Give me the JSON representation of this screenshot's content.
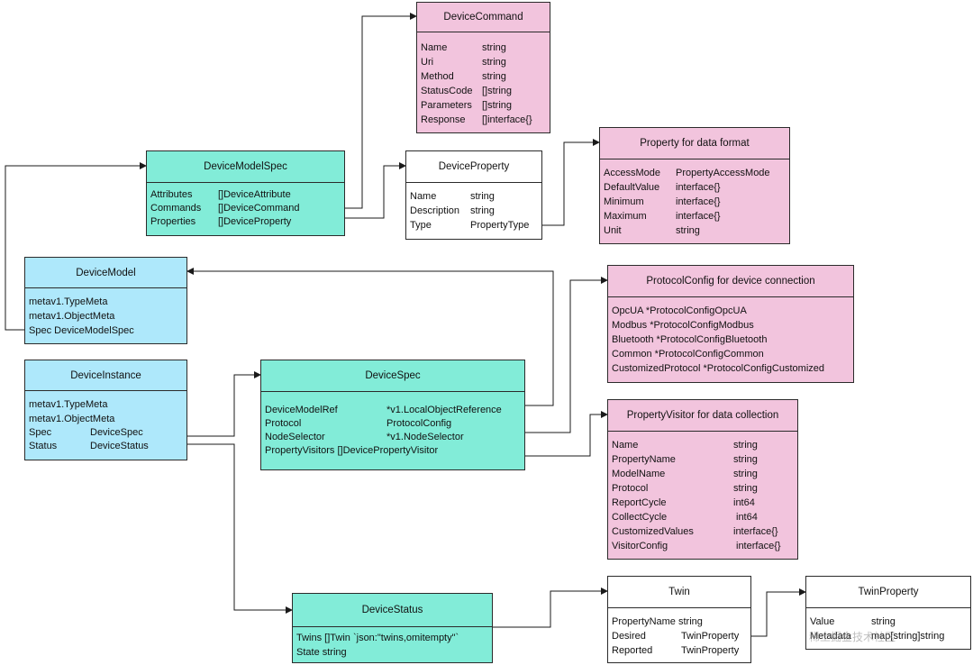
{
  "boxes": {
    "device_command": {
      "title": "DeviceCommand",
      "rows": [
        {
          "name": "Name",
          "type": "string"
        },
        {
          "name": "Uri",
          "type": "string"
        },
        {
          "name": "Method",
          "type": "string"
        },
        {
          "name": "StatusCode",
          "type": "[]string"
        },
        {
          "name": "Parameters",
          "type": "[]string"
        },
        {
          "name": "Response",
          "type": "[]interface{}"
        }
      ]
    },
    "device_model_spec": {
      "title": "DeviceModelSpec",
      "rows": [
        {
          "name": "Attributes",
          "type": "[]DeviceAttribute"
        },
        {
          "name": "Commands",
          "type": "[]DeviceCommand"
        },
        {
          "name": "Properties",
          "type": "[]DeviceProperty"
        }
      ]
    },
    "device_property": {
      "title": "DeviceProperty",
      "rows": [
        {
          "name": "Name",
          "type": "string"
        },
        {
          "name": "Description",
          "type": "string"
        },
        {
          "name": "Type",
          "type": "PropertyType"
        }
      ]
    },
    "property_format": {
      "title": "Property for data format",
      "rows": [
        {
          "name": "AccessMode",
          "type": "PropertyAccessMode"
        },
        {
          "name": "DefaultValue",
          "type": "interface{}"
        },
        {
          "name": "Minimum",
          "type": "interface{}"
        },
        {
          "name": "Maximum",
          "type": "interface{}"
        },
        {
          "name": "Unit",
          "type": "string"
        }
      ]
    },
    "device_model": {
      "title": "DeviceModel",
      "rows": [
        "metav1.TypeMeta",
        "metav1.ObjectMeta",
        "Spec DeviceModelSpec"
      ]
    },
    "protocol_config": {
      "title": "ProtocolConfig for device connection",
      "rows": [
        "OpcUA *ProtocolConfigOpcUA",
        "Modbus *ProtocolConfigModbus",
        "Bluetooth *ProtocolConfigBluetooth",
        "Common *ProtocolConfigCommon",
        "CustomizedProtocol *ProtocolConfigCustomized"
      ]
    },
    "device_instance": {
      "title": "DeviceInstance",
      "lines": [
        "metav1.TypeMeta",
        "metav1.ObjectMeta"
      ],
      "rows": [
        {
          "name": "Spec",
          "type": "DeviceSpec"
        },
        {
          "name": "Status",
          "type": "DeviceStatus"
        }
      ]
    },
    "device_spec": {
      "title": "DeviceSpec",
      "rows": [
        {
          "name": "DeviceModelRef",
          "type": "*v1.LocalObjectReference"
        },
        {
          "name": "Protocol",
          "type": "ProtocolConfig"
        },
        {
          "name": "NodeSelector",
          "type": "*v1.NodeSelector"
        }
      ],
      "last_line": "PropertyVisitors []DevicePropertyVisitor"
    },
    "property_visitor": {
      "title": "PropertyVisitor for data collection",
      "rows": [
        {
          "name": "Name",
          "type": "string"
        },
        {
          "name": "PropertyName",
          "type": "string"
        },
        {
          "name": "ModelName",
          "type": "string"
        },
        {
          "name": "Protocol",
          "type": "string"
        },
        {
          "name": "ReportCycle",
          "type": "int64"
        },
        {
          "name": "CollectCycle",
          "type": "int64"
        },
        {
          "name": "CustomizedValues",
          "type": "interface{}"
        },
        {
          "name": "VisitorConfig",
          "type": "interface{}"
        }
      ]
    },
    "device_status": {
      "title": "DeviceStatus",
      "rows": [
        "Twins []Twin `json:\"twins,omitempty\"`",
        "State string"
      ]
    },
    "twin": {
      "title": "Twin",
      "first_line": "PropertyName string",
      "rows": [
        {
          "name": "Desired",
          "type": "TwinProperty"
        },
        {
          "name": "Reported",
          "type": "TwinProperty"
        }
      ]
    },
    "twin_property": {
      "title": "TwinProperty",
      "rows": [
        {
          "name": "Value",
          "type": "string"
        },
        {
          "name": "Metadata",
          "type": "map[string]string"
        }
      ]
    }
  },
  "watermark": "稀土掘金技术社区",
  "colors": {
    "teal": "#82ecd8",
    "pink": "#f2c4dd",
    "blue": "#aee8fb",
    "white": "#ffffff",
    "line": "#1a1a1a"
  }
}
